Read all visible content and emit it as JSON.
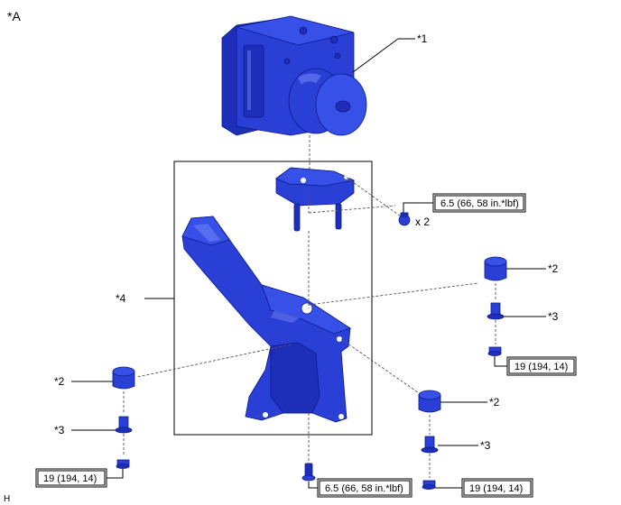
{
  "diagram": {
    "view_label": "*A",
    "code": "H",
    "callouts": {
      "c1": "*1",
      "c2": "*2",
      "c3": "*3",
      "c4": "*4"
    },
    "quantity": "x 2",
    "torques": {
      "bolt_small": "6.5 (66, 58 in.*lbf)",
      "nut": "19 (194, 14)"
    }
  }
}
